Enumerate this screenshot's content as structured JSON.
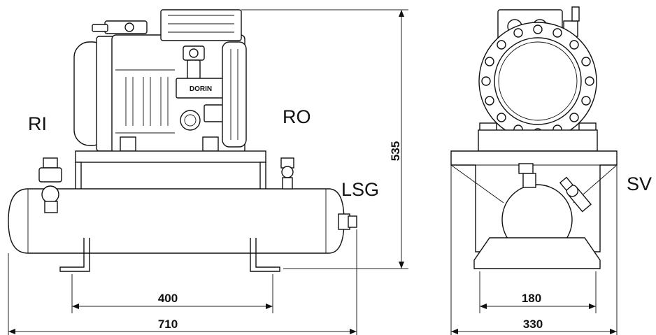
{
  "labels": {
    "ri": "RI",
    "ro": "RO",
    "lsg": "LSG",
    "sv": "SV",
    "dorin_plate": "DORIN"
  },
  "dimensions": {
    "height": "535",
    "foot_spacing_side": "400",
    "overall_length": "710",
    "foot_spacing_front": "180",
    "overall_width": "330"
  }
}
